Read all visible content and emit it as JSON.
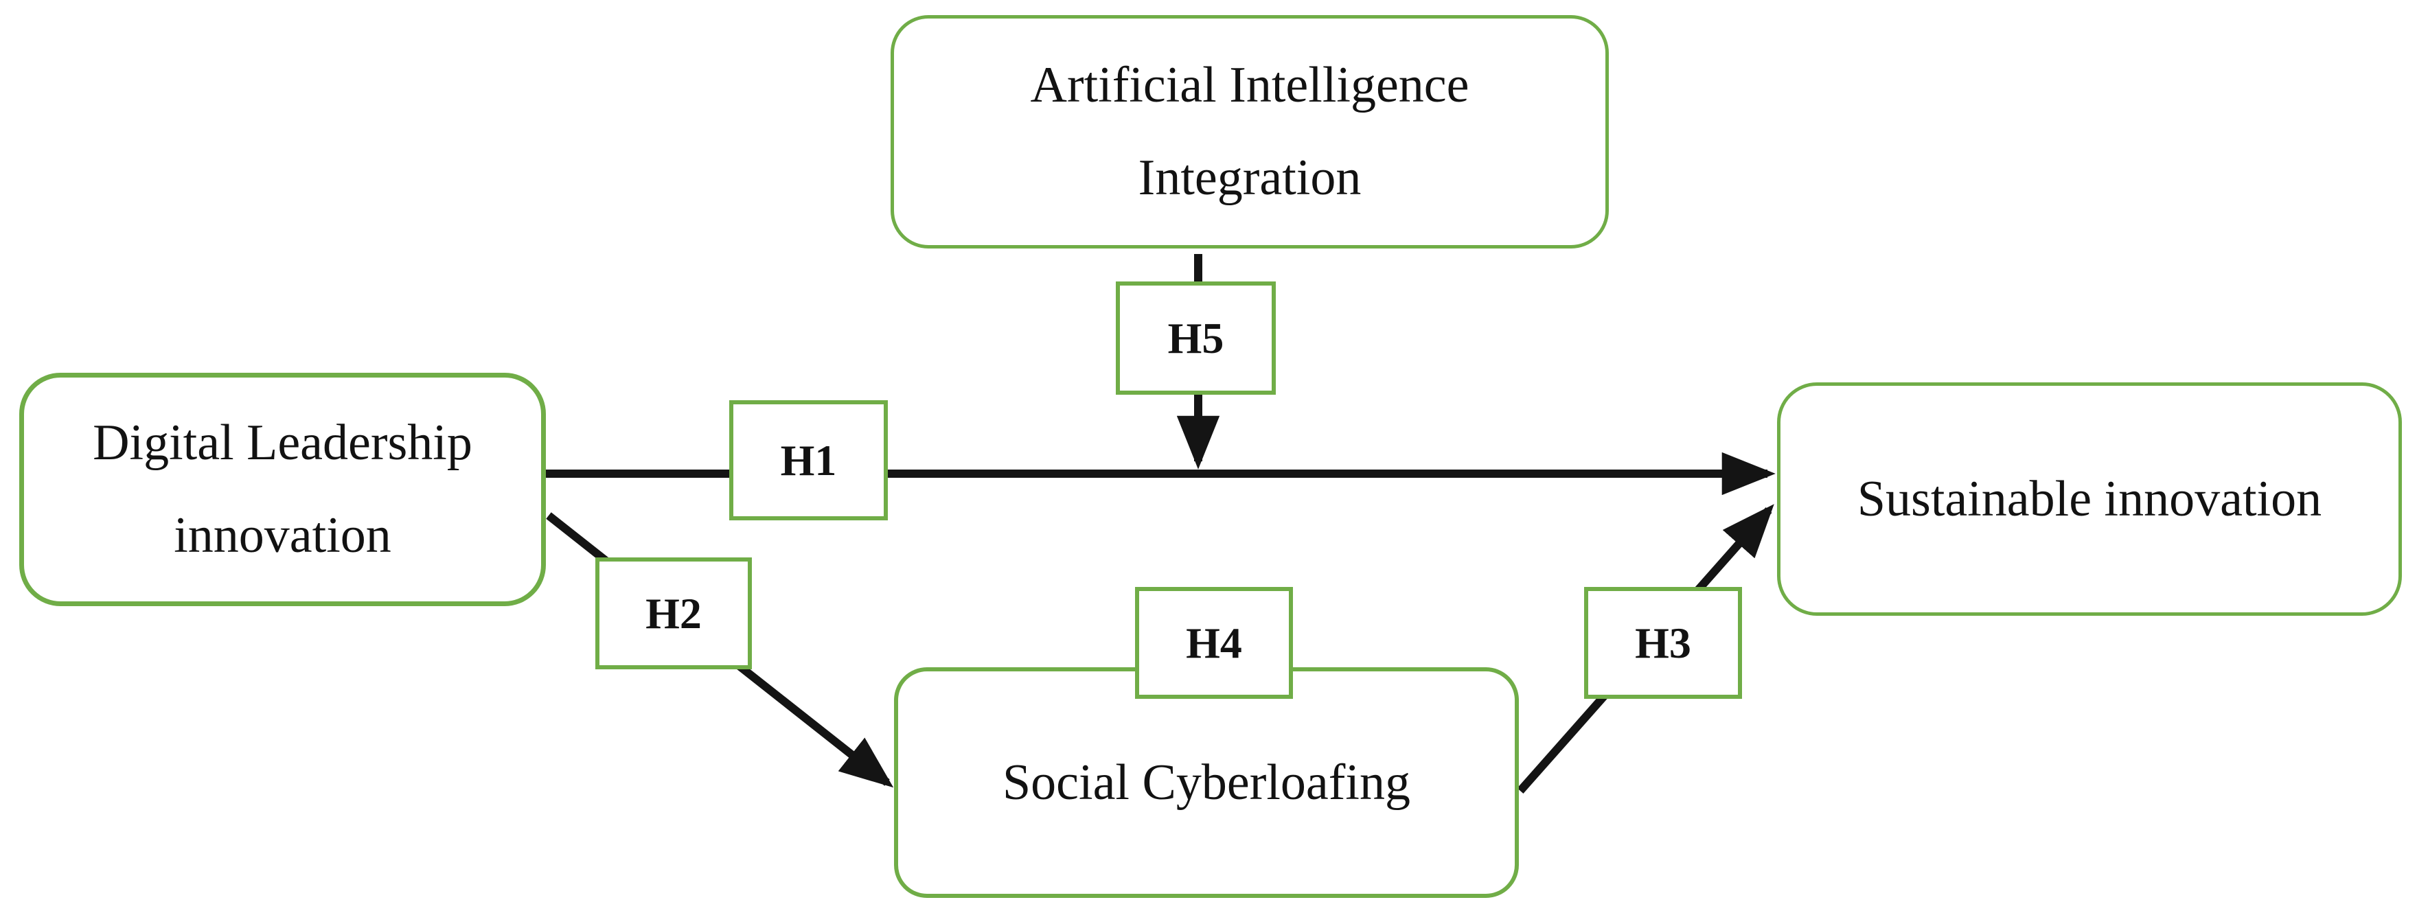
{
  "diagram": {
    "nodes": {
      "ai": {
        "id": "artificial-intelligence-integration",
        "lines": [
          "Artificial Intelligence",
          "Integration"
        ]
      },
      "dl": {
        "id": "digital-leadership-innovation",
        "lines": [
          "Digital Leadership",
          "innovation"
        ]
      },
      "si": {
        "id": "sustainable-innovation",
        "lines": [
          "Sustainable innovation"
        ]
      },
      "sc": {
        "id": "social-cyberloafing",
        "lines": [
          "Social Cyberloafing"
        ]
      }
    },
    "hypotheses": {
      "h1": "H1",
      "h2": "H2",
      "h3": "H3",
      "h4": "H4",
      "h5": "H5"
    },
    "relations": [
      {
        "label": "H1",
        "from": "digital-leadership-innovation",
        "to": "sustainable-innovation",
        "type": "direct-arrow"
      },
      {
        "label": "H2",
        "from": "digital-leadership-innovation",
        "to": "social-cyberloafing",
        "type": "direct-arrow"
      },
      {
        "label": "H3",
        "from": "social-cyberloafing",
        "to": "sustainable-innovation",
        "type": "direct-arrow"
      },
      {
        "label": "H4",
        "attached_to": "social-cyberloafing",
        "type": "label-on-box"
      },
      {
        "label": "H5",
        "from": "artificial-intelligence-integration",
        "to": "h1-arrow",
        "type": "moderation-arrow"
      }
    ],
    "colors": {
      "accent_green": "#70ad47",
      "arrow_black": "#141414",
      "text": "#121212",
      "background": "#ffffff"
    }
  }
}
